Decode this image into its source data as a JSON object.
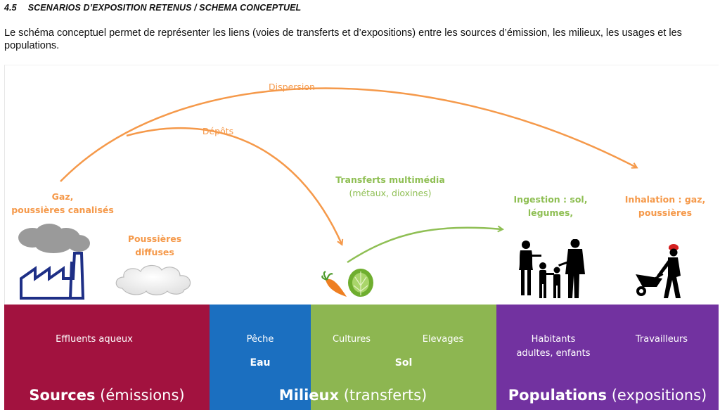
{
  "header": {
    "section_number": "4.5",
    "section_title": "Scenarios d’exposition retenus / schema conceptuel"
  },
  "intro_text": "Le schéma conceptuel permet de représenter les liens (voies de transferts et d’expositions) entre les sources d’émission, les milieux, les usages et les populations.",
  "arrows": {
    "dispersion": "Dispersion",
    "depots": "Dépôts",
    "transferts_title": "Transferts multimédia",
    "transferts_sub": "(métaux, dioxines)"
  },
  "labels": {
    "gaz_line1": "Gaz,",
    "gaz_line2": "poussières canalisés",
    "poussieres_line1": "Poussières",
    "poussieres_line2": "diffuses",
    "ingestion_line1": "Ingestion : sol,",
    "ingestion_line2": "légumes,",
    "inhalation_line1": "Inhalation : gaz,",
    "inhalation_line2": "poussières"
  },
  "bands": {
    "sources": {
      "color": "#a2123f",
      "item": "Effluents aqueux",
      "title_bold": "Sources",
      "title_rest": " (émissions)"
    },
    "eau": {
      "color": "#1b6fc0",
      "item": "Pêche",
      "name": "Eau"
    },
    "sol": {
      "color": "#8db651",
      "item1": "Cultures",
      "item2": "Elevages",
      "name": "Sol"
    },
    "milieux": {
      "title_bold": "Milieux",
      "title_rest": " (transferts)"
    },
    "populations": {
      "color": "#7232a0",
      "item1_line1": "Habitants",
      "item1_line2": "adultes, enfants",
      "item2": "Travailleurs",
      "title_bold": "Populations",
      "title_rest": " (expositions)"
    }
  },
  "colors": {
    "orange_arrow": "#f5994a",
    "green_arrow": "#8fbf54",
    "factory": "#1e2f86",
    "smoke": "#999999"
  },
  "icons": [
    "factory-icon",
    "smoke-cloud-icon",
    "dust-cloud-icon",
    "carrot-icon",
    "lettuce-icon",
    "family-icon",
    "worker-wheelbarrow-icon"
  ]
}
